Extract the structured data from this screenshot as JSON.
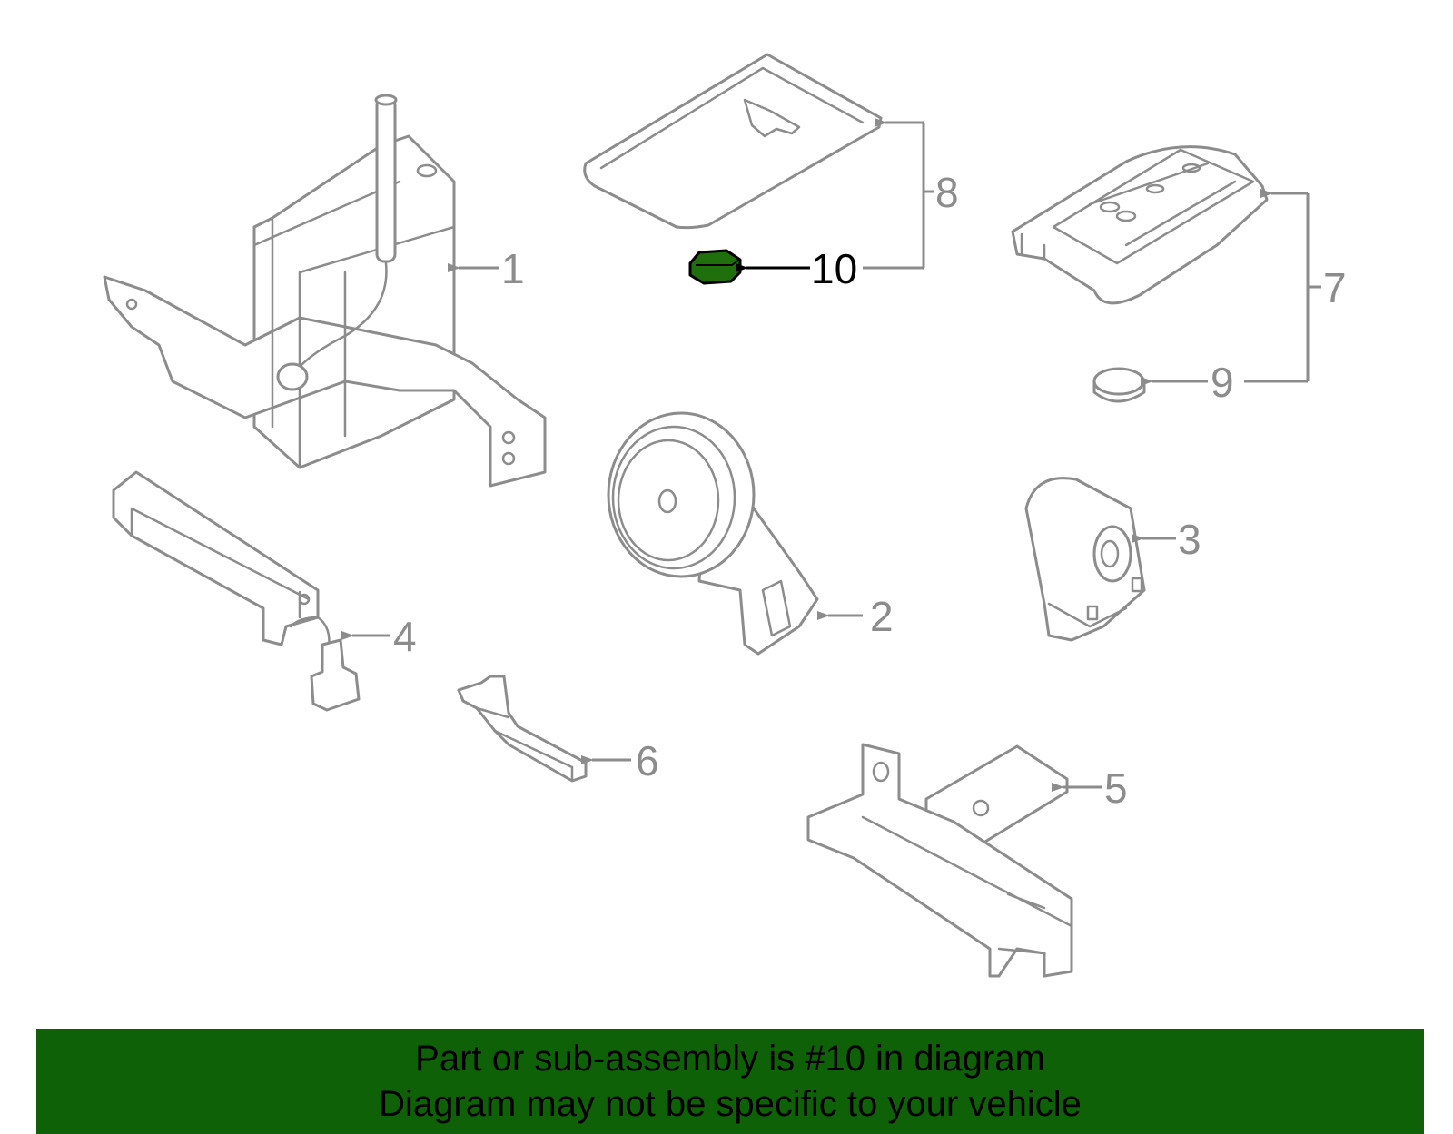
{
  "diagram": {
    "callouts": [
      "1",
      "2",
      "3",
      "4",
      "5",
      "6",
      "7",
      "8",
      "9",
      "10"
    ],
    "highlighted_callout": "10",
    "colors": {
      "line": "#8c8c8c",
      "highlight_fill": "#1f6f0c",
      "highlight_line": "#000000",
      "banner": "#0f6108"
    }
  },
  "banner": {
    "line1": "Part or sub-assembly is #10 in diagram",
    "line2": "Diagram may not be specific to your vehicle"
  }
}
